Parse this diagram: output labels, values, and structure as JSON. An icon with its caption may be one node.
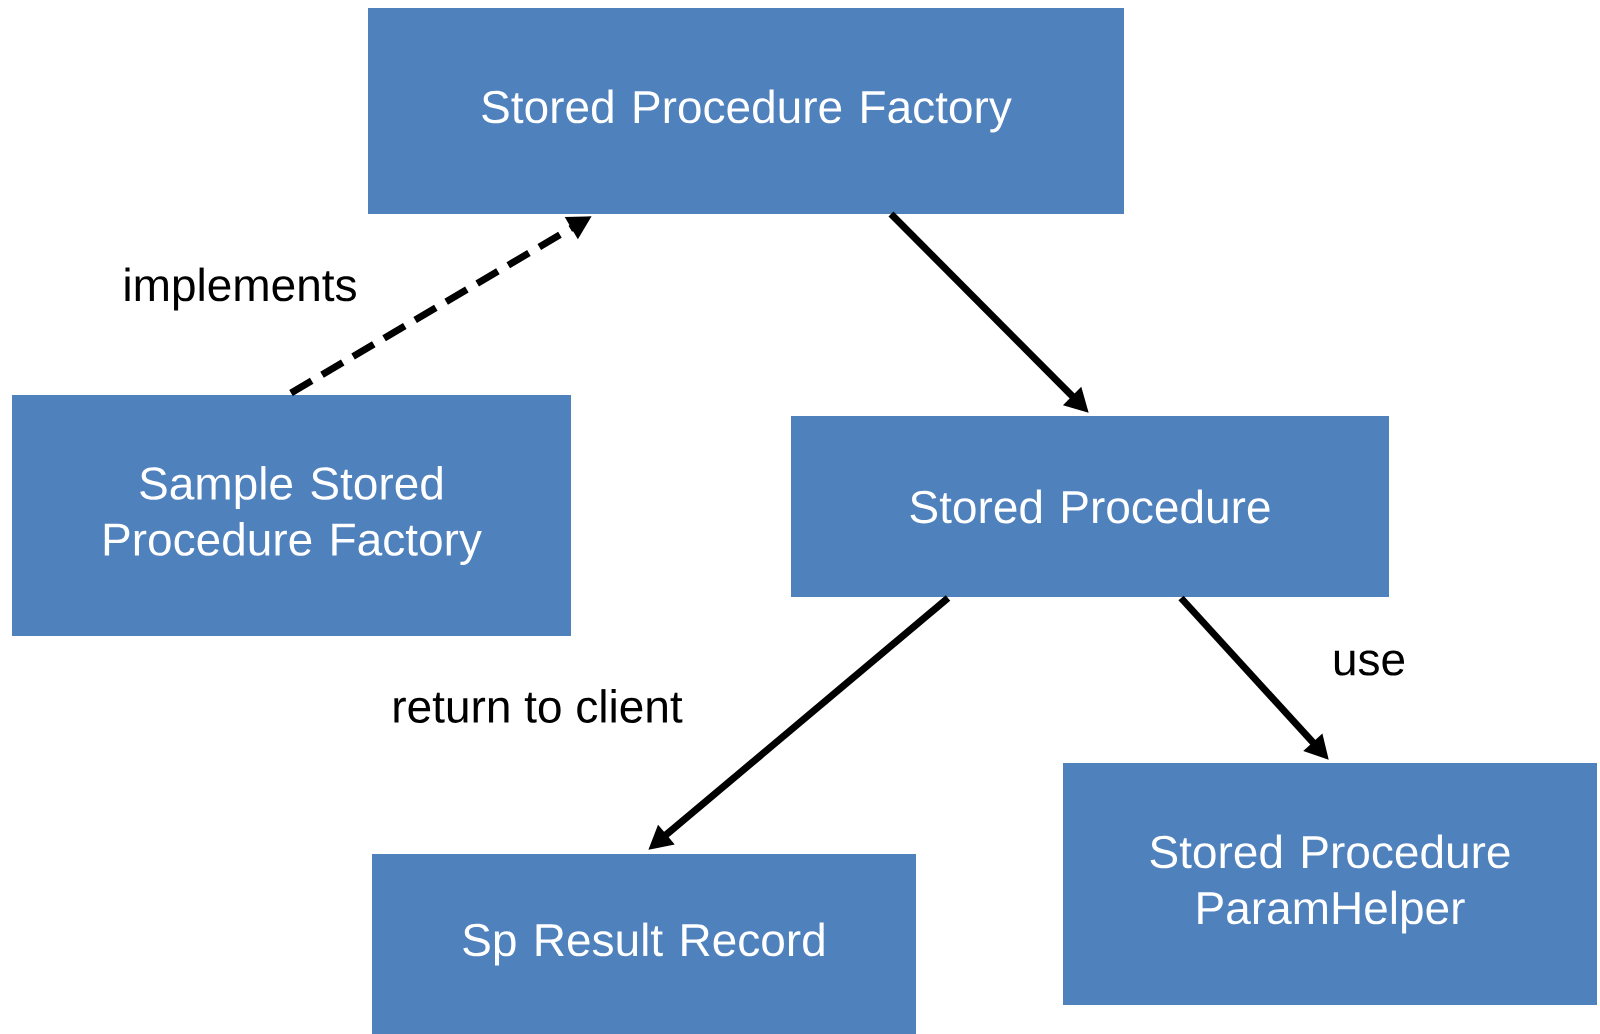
{
  "diagram": {
    "nodes": [
      {
        "text": [
          "Stored Procedure Factory"
        ]
      },
      {
        "text": [
          "Sample Stored Procedure Factory"
        ]
      },
      {
        "text": [
          "Stored Procedure"
        ]
      },
      {
        "text": [
          "Sp Result Record"
        ]
      },
      {
        "text": [
          "Stored Procedure ParamHelper"
        ]
      }
    ],
    "edges": [
      {
        "from": 1,
        "to": 0,
        "arrow": "to",
        "label": "implements",
        "style": "dashed"
      },
      {
        "from": 0,
        "to": 2,
        "arrow": "to"
      },
      {
        "from": 2,
        "to": 3,
        "arrow": "to",
        "label": "return to client"
      },
      {
        "from": 2,
        "to": 4,
        "arrow": "to",
        "label": "use"
      }
    ]
  }
}
